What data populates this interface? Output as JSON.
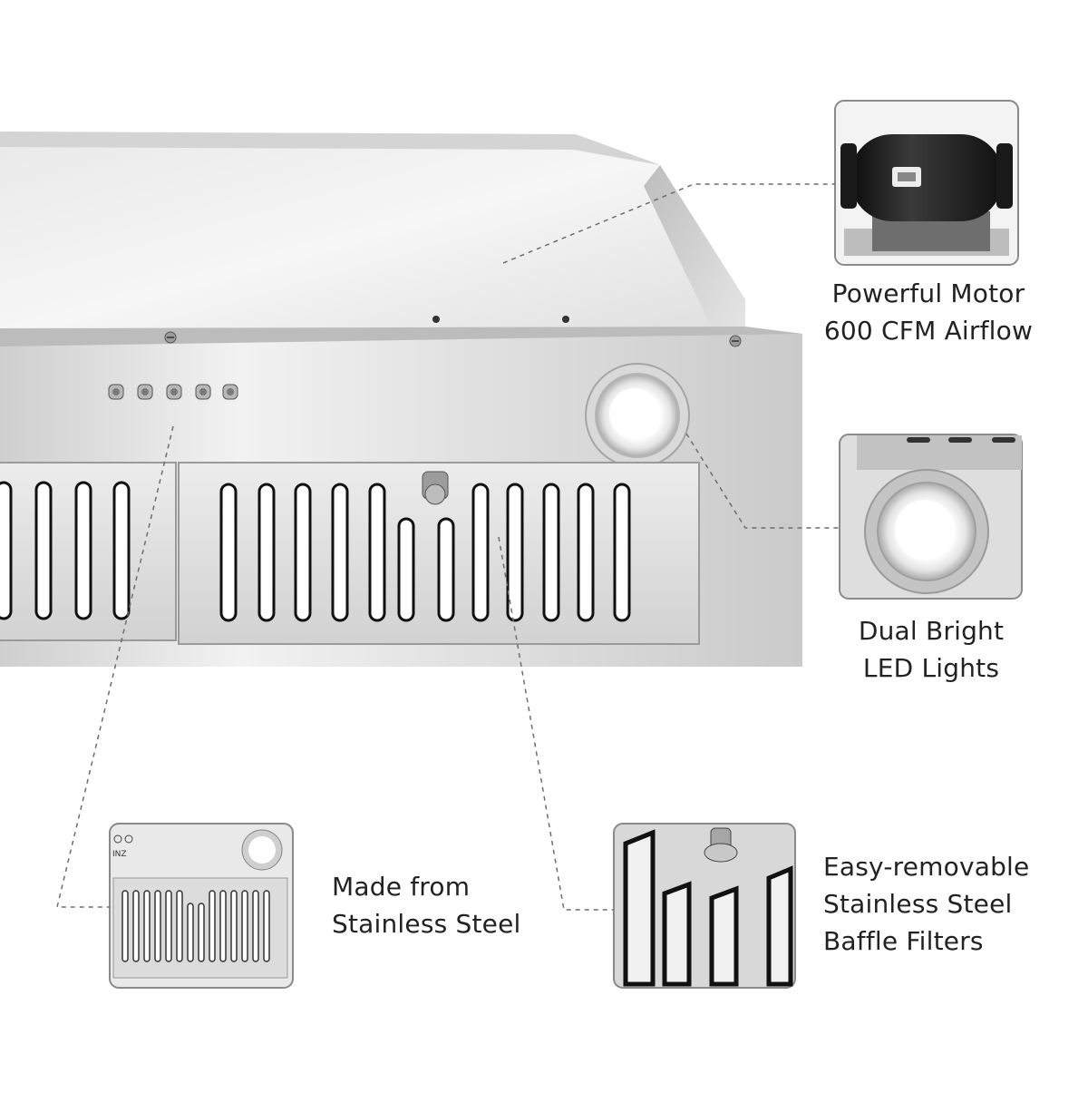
{
  "features": {
    "motor": {
      "icon": "blower-motor",
      "lines": [
        "Powerful Motor",
        "600 CFM Airflow"
      ]
    },
    "lights": {
      "icon": "led-light",
      "lines": [
        "Dual Bright",
        "LED Lights"
      ]
    },
    "material": {
      "icon": "stainless-panel",
      "lines": [
        "Made from",
        "Stainless Steel"
      ]
    },
    "filters": {
      "icon": "baffle-filter",
      "lines": [
        "Easy-removable",
        "Stainless Steel",
        "Baffle Filters"
      ]
    }
  },
  "product": {
    "brand_fragment": "INZ"
  },
  "colors": {
    "text": "#222222",
    "steel_light": "#f1f1f1",
    "steel_mid": "#d6d6d6",
    "steel_dark": "#9a9a9a",
    "led": "#ffffff",
    "motor": "#1b1b1b",
    "callout_line": "#6d6d6d"
  }
}
